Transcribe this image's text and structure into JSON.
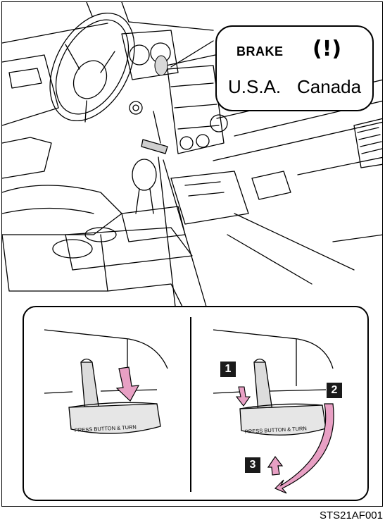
{
  "callout": {
    "brake_label": "BRAKE",
    "brake_symbol": "(!)",
    "region_left": "U.S.A.",
    "region_right": "Canada"
  },
  "steps": [
    "1",
    "2",
    "3"
  ],
  "handle_text": "PRESS BUTTON & TURN",
  "figure_code": "STS21AF001",
  "colors": {
    "arrow": "#e8a0c4",
    "line": "#000000",
    "background": "#ffffff"
  },
  "icons": [
    "brake-warning-icon",
    "push-arrow-icon",
    "turn-arrow-icon",
    "return-arrow-icon"
  ]
}
